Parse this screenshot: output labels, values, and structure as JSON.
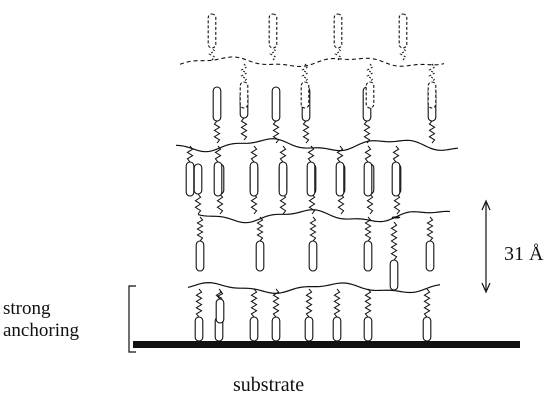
{
  "labels": {
    "anchoring_line1": "strong",
    "anchoring_line2": "anchoring",
    "spacing": "31 Å",
    "substrate": "substrate"
  },
  "colors": {
    "ink": "#111111",
    "background": "#ffffff"
  },
  "structure": {
    "layers": [
      {
        "order": 1,
        "backbone": "solid",
        "mesogens_below": 9,
        "mesogens_above": 0
      },
      {
        "order": 2,
        "backbone": "solid",
        "mesogens_below": 6,
        "mesogens_above": 7
      },
      {
        "order": 3,
        "backbone": "solid",
        "mesogens_below": 8,
        "mesogens_above": 7
      },
      {
        "order": 4,
        "backbone": "dashed",
        "mesogens_below": 4,
        "mesogens_above": 4
      }
    ],
    "substrate_style": "thick-bar",
    "spacing_indicator": "double-arrow"
  }
}
